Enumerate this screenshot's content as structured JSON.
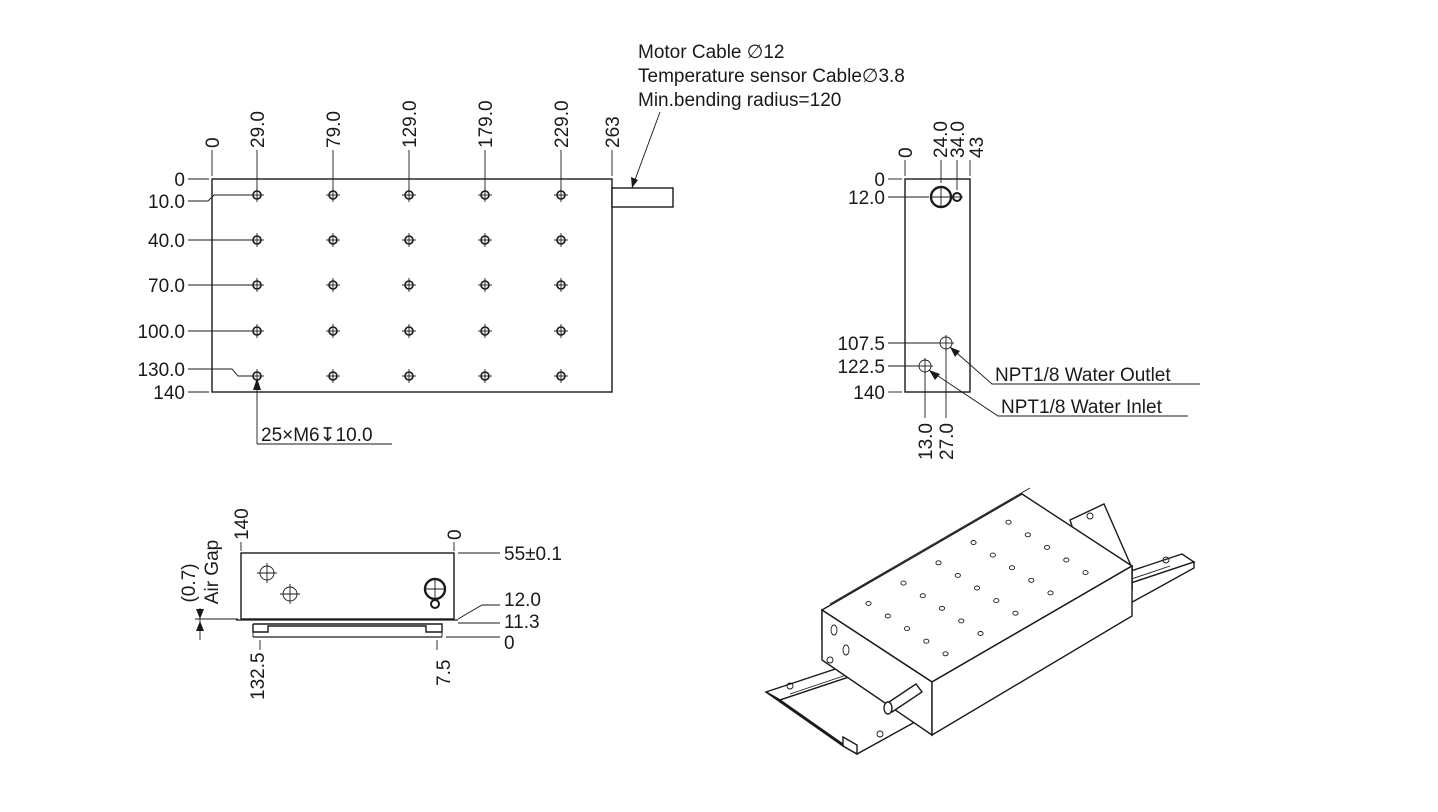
{
  "cable_note": {
    "line1": "Motor Cable ∅12",
    "line2": "Temperature sensor Cable∅3.8",
    "line3": "Min.bending radius=120"
  },
  "top_view": {
    "x_ticks": [
      "0",
      "29.0",
      "79.0",
      "129.0",
      "179.0",
      "229.0",
      "263"
    ],
    "y_ticks": [
      "0",
      "10.0",
      "40.0",
      "70.0",
      "100.0",
      "130.0",
      "140"
    ],
    "hole_callout": "25×M6↧10.0"
  },
  "side_view": {
    "x_ticks": [
      "0",
      "24.0",
      "34.0",
      "43"
    ],
    "y_ticks": [
      "0",
      "12.0",
      "107.5",
      "122.5",
      "140"
    ],
    "bottom_ticks": [
      "13.0",
      "27.0"
    ],
    "outlet_label": "NPT1/8 Water Outlet",
    "inlet_label": "NPT1/8 Water Inlet"
  },
  "end_view": {
    "top_left_tick": "140",
    "top_right_tick": "0",
    "height_label": "55±0.1",
    "right_ticks": [
      "12.0",
      "11.3",
      "0"
    ],
    "bottom_ticks": [
      "132.5",
      "7.5"
    ],
    "air_gap_value": "(0.7)",
    "air_gap_label": "Air Gap"
  }
}
